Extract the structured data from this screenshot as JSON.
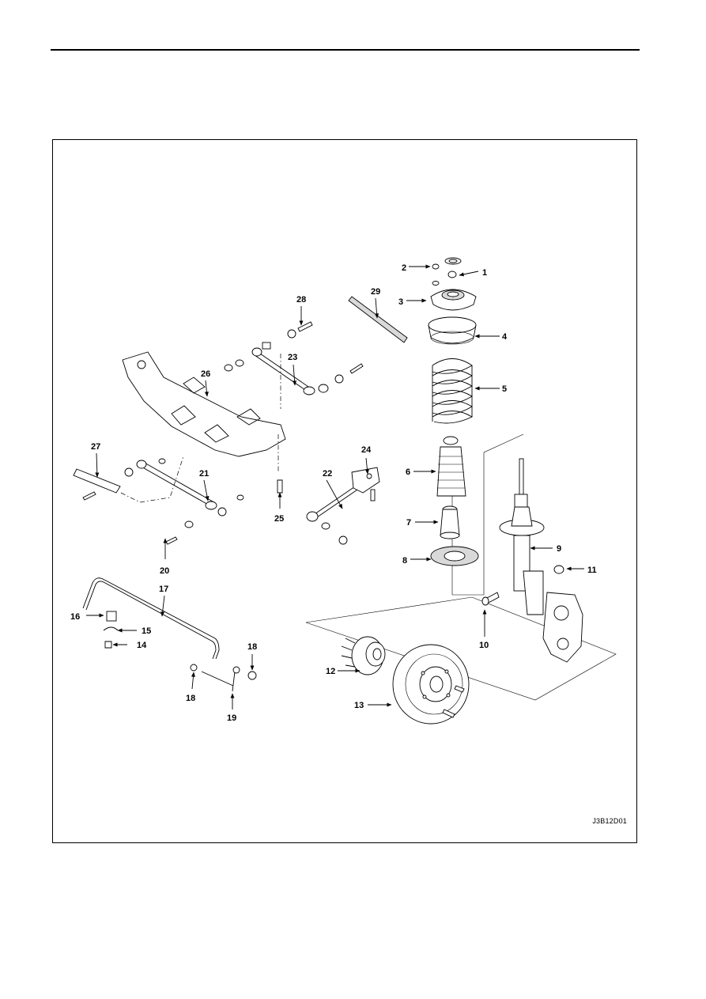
{
  "figure": {
    "code": "J3B12D01",
    "callouts": [
      {
        "id": "c1",
        "label": "1"
      },
      {
        "id": "c2",
        "label": "2"
      },
      {
        "id": "c3",
        "label": "3"
      },
      {
        "id": "c4",
        "label": "4"
      },
      {
        "id": "c5",
        "label": "5"
      },
      {
        "id": "c6",
        "label": "6"
      },
      {
        "id": "c7",
        "label": "7"
      },
      {
        "id": "c8",
        "label": "8"
      },
      {
        "id": "c9",
        "label": "9"
      },
      {
        "id": "c10",
        "label": "10"
      },
      {
        "id": "c11",
        "label": "11"
      },
      {
        "id": "c12",
        "label": "12"
      },
      {
        "id": "c13",
        "label": "13"
      },
      {
        "id": "c14",
        "label": "14"
      },
      {
        "id": "c15",
        "label": "15"
      },
      {
        "id": "c16",
        "label": "16"
      },
      {
        "id": "c17",
        "label": "17"
      },
      {
        "id": "c18a",
        "label": "18"
      },
      {
        "id": "c18b",
        "label": "18"
      },
      {
        "id": "c19",
        "label": "19"
      },
      {
        "id": "c20",
        "label": "20"
      },
      {
        "id": "c21",
        "label": "21"
      },
      {
        "id": "c22",
        "label": "22"
      },
      {
        "id": "c23",
        "label": "23"
      },
      {
        "id": "c24",
        "label": "24"
      },
      {
        "id": "c25",
        "label": "25"
      },
      {
        "id": "c26",
        "label": "26"
      },
      {
        "id": "c27",
        "label": "27"
      },
      {
        "id": "c28",
        "label": "28"
      },
      {
        "id": "c29",
        "label": "29"
      }
    ]
  }
}
